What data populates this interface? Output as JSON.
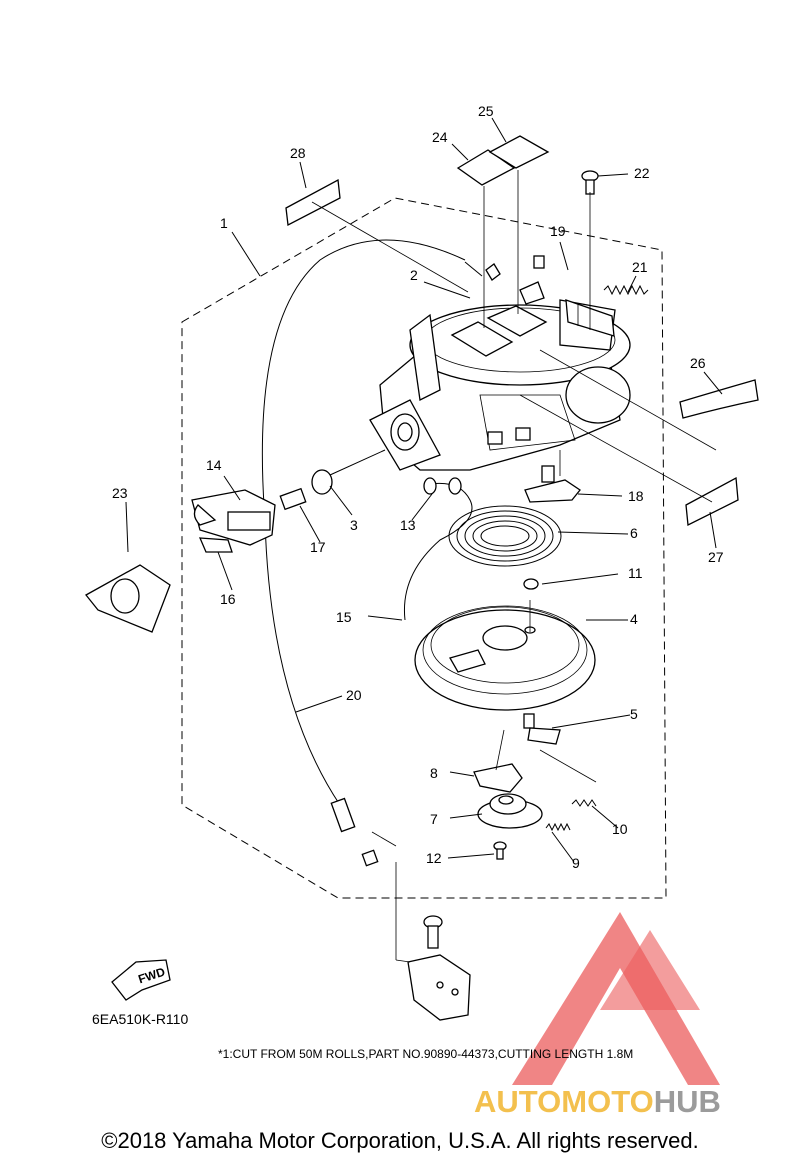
{
  "diagram": {
    "callouts": [
      {
        "id": "c1",
        "label": "1"
      },
      {
        "id": "c2",
        "label": "2"
      },
      {
        "id": "c3",
        "label": "3"
      },
      {
        "id": "c4",
        "label": "4"
      },
      {
        "id": "c5",
        "label": "5"
      },
      {
        "id": "c6",
        "label": "6"
      },
      {
        "id": "c7",
        "label": "7"
      },
      {
        "id": "c8",
        "label": "8"
      },
      {
        "id": "c9",
        "label": "9"
      },
      {
        "id": "c10",
        "label": "10"
      },
      {
        "id": "c11",
        "label": "11"
      },
      {
        "id": "c12",
        "label": "12"
      },
      {
        "id": "c13",
        "label": "13"
      },
      {
        "id": "c14",
        "label": "14"
      },
      {
        "id": "c15",
        "label": "15"
      },
      {
        "id": "c16",
        "label": "16"
      },
      {
        "id": "c17",
        "label": "17"
      },
      {
        "id": "c18",
        "label": "18"
      },
      {
        "id": "c19",
        "label": "19"
      },
      {
        "id": "c20",
        "label": "20"
      },
      {
        "id": "c21",
        "label": "21"
      },
      {
        "id": "c22",
        "label": "22"
      },
      {
        "id": "c23",
        "label": "23"
      },
      {
        "id": "c24",
        "label": "24"
      },
      {
        "id": "c25",
        "label": "25"
      },
      {
        "id": "c26",
        "label": "26"
      },
      {
        "id": "c27",
        "label": "27"
      },
      {
        "id": "c28",
        "label": "28"
      }
    ],
    "fwd_label": "FWD",
    "drawing_code": "6EA510K-R110",
    "footnote": "*1:CUT FROM 50M ROLLS,PART NO.90890-44373,CUTTING LENGTH 1.8M"
  },
  "watermark": {
    "brand_auto": "AUTO",
    "brand_moto": "MOTO",
    "brand_hub": "HUB",
    "color_red": "#e84040",
    "color_orange": "#f2b630",
    "color_gray": "#8a8a8a"
  },
  "copyright": "©2018 Yamaha Motor Corporation, U.S.A. All rights reserved."
}
